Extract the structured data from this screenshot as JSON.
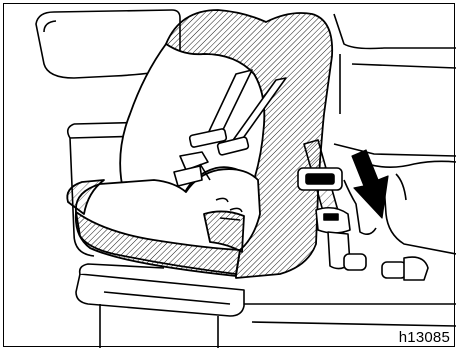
{
  "figure": {
    "code": "h13085",
    "subject": "child-restraint-seat-installation",
    "colors": {
      "line": "#000000",
      "hatch": "#000000",
      "background": "#ffffff"
    },
    "icons": [
      "child-seat",
      "seat-belt",
      "buckle",
      "arrow-down"
    ]
  }
}
